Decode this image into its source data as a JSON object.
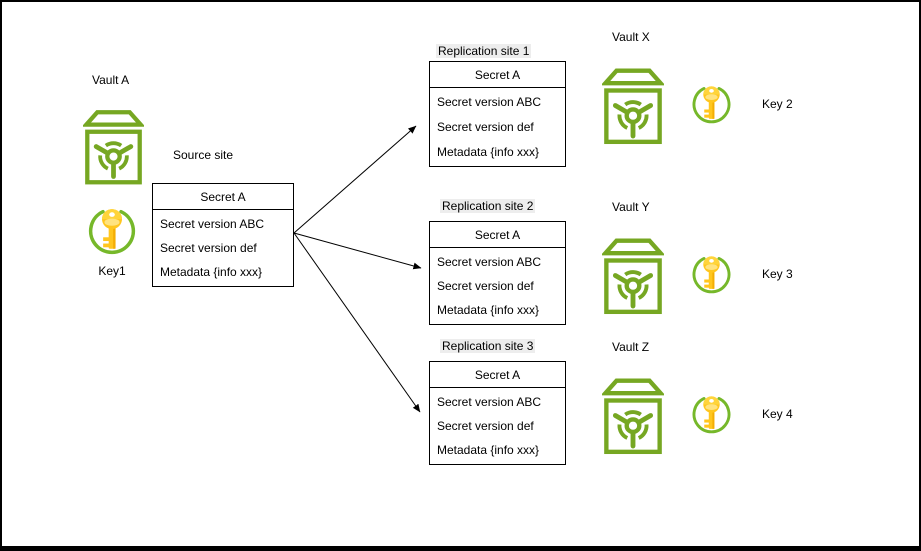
{
  "colors": {
    "vault_green": "#76A722",
    "key_ring_green": "#76B82A",
    "key_gold": "#FFC61E",
    "key_gold_light": "#FFDE59",
    "label_bg": "#EDEDED",
    "line": "#000000"
  },
  "diagram": {
    "source": {
      "vault_label": "Vault A",
      "key_label": "Key1",
      "site_label": "Source site",
      "table": {
        "header": "Secret A",
        "rows": [
          "Secret version ABC",
          "Secret version def",
          "Metadata {info xxx}"
        ]
      }
    },
    "replication_sites": [
      {
        "site_label": "Replication site 1",
        "table": {
          "header": "Secret A",
          "rows": [
            "Secret version ABC",
            "Secret version def",
            "Metadata {info xxx}"
          ]
        }
      },
      {
        "site_label": "Replication site 2",
        "table": {
          "header": "Secret A",
          "rows": [
            "Secret version ABC",
            "Secret version def",
            "Metadata {info xxx}"
          ]
        }
      },
      {
        "site_label": "Replication site 3",
        "table": {
          "header": "Secret A",
          "rows": [
            "Secret version ABC",
            "Secret version def",
            "Metadata {info xxx}"
          ]
        }
      }
    ],
    "target_vaults": [
      {
        "vault_label": "Vault X",
        "key_label": "Key 2"
      },
      {
        "vault_label": "Vault Y",
        "key_label": "Key 3"
      },
      {
        "vault_label": "Vault Z",
        "key_label": "Key 4"
      }
    ]
  }
}
